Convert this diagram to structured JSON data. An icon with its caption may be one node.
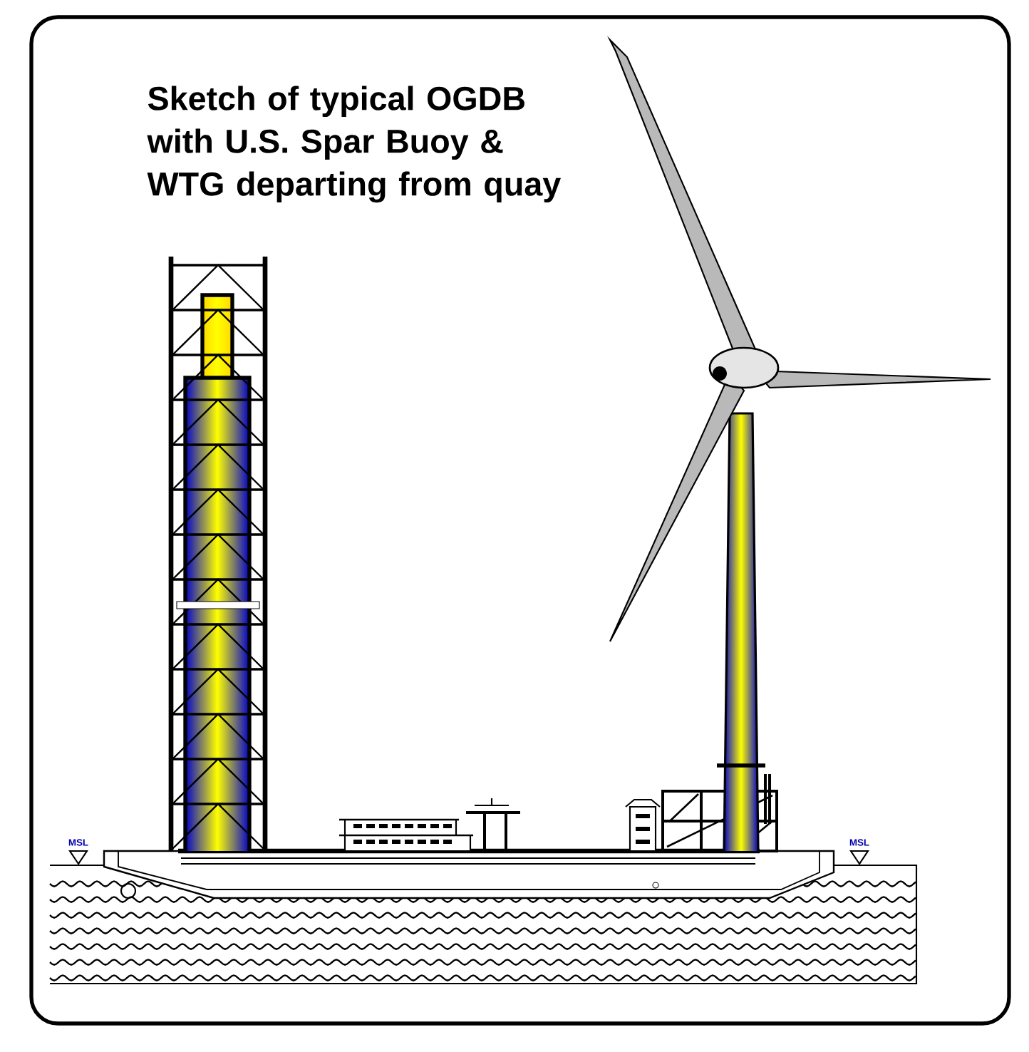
{
  "diagram": {
    "title": "Sketch of typical OGDB with U.S. Spar Buoy & WTG departing from quay",
    "labels": [
      "MSL",
      "MSL"
    ]
  }
}
